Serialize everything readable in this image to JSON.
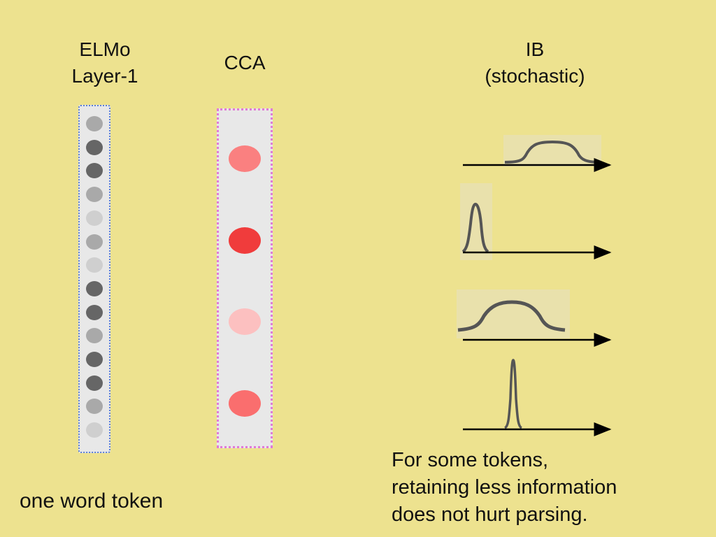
{
  "columns": {
    "elmo": {
      "title": "ELMo\nLayer-1"
    },
    "cca": {
      "title": "CCA"
    },
    "ib": {
      "title": "IB\n(stochastic)"
    }
  },
  "elmo_units": [
    {
      "color": "#a9a9a9"
    },
    {
      "color": "#666666"
    },
    {
      "color": "#666666"
    },
    {
      "color": "#a9a9a9"
    },
    {
      "color": "#cfcfcf"
    },
    {
      "color": "#a9a9a9"
    },
    {
      "color": "#cfcfcf"
    },
    {
      "color": "#666666"
    },
    {
      "color": "#666666"
    },
    {
      "color": "#a9a9a9"
    },
    {
      "color": "#666666"
    },
    {
      "color": "#666666"
    },
    {
      "color": "#a9a9a9"
    },
    {
      "color": "#cfcfcf"
    }
  ],
  "cca_units": [
    {
      "color": "#fa8080"
    },
    {
      "color": "#f03c3c"
    },
    {
      "color": "#fcc0c0"
    },
    {
      "color": "#fa6e6e"
    }
  ],
  "ib_distributions": [
    {
      "shape": "wide-bell"
    },
    {
      "shape": "narrow-peak"
    },
    {
      "shape": "wide-bell"
    },
    {
      "shape": "very-narrow-peak"
    }
  ],
  "caption_left": "one word token",
  "note_right": "For some tokens,\nretaining less information\ndoes not hurt parsing."
}
